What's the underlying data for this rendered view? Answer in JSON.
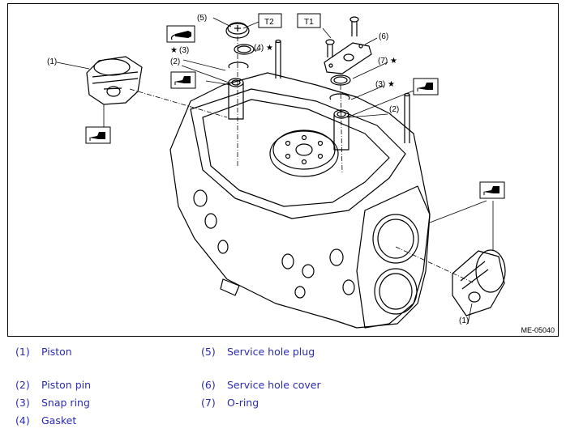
{
  "figure": {
    "id": "ME-05040",
    "callouts": {
      "c1_left": "(1)",
      "c1_right": "(1)",
      "c2_left": "(2)",
      "c2_right": "(2)",
      "c3_left": "(3)",
      "c3_right": "(3)",
      "c4": "(4)",
      "c5": "(5)",
      "c6": "(6)",
      "c7": "(7)",
      "t1": "T1",
      "t2": "T2",
      "star": "★"
    }
  },
  "legend": [
    {
      "num": "(1)",
      "label": "Piston"
    },
    {
      "num": "(2)",
      "label": "Piston pin"
    },
    {
      "num": "(3)",
      "label": "Snap ring"
    },
    {
      "num": "(4)",
      "label": "Gasket"
    },
    {
      "num": "(5)",
      "label": "Service hole plug"
    },
    {
      "num": "(6)",
      "label": "Service hole cover"
    },
    {
      "num": "(7)",
      "label": "O-ring"
    }
  ],
  "colors": {
    "legend_text": "#2b2bb0",
    "line": "#000000"
  }
}
